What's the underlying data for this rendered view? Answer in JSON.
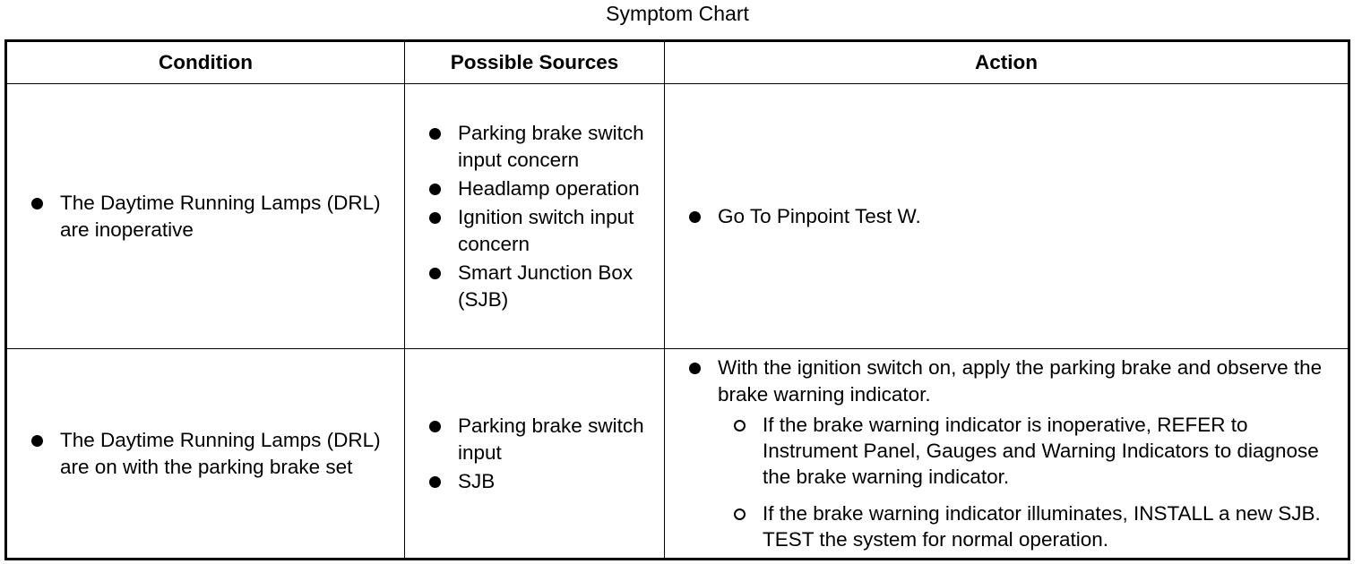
{
  "caption": "Symptom Chart",
  "headers": {
    "condition": "Condition",
    "sources": "Possible Sources",
    "action": "Action"
  },
  "rows": [
    {
      "condition": "The Daytime Running Lamps (DRL) are inoperative",
      "sources": [
        "Parking brake switch input concern",
        "Headlamp operation",
        "Ignition switch input concern",
        "Smart Junction Box (SJB)"
      ],
      "action": {
        "text": "Go To Pinpoint Test W."
      }
    },
    {
      "condition": "The Daytime Running Lamps (DRL) are on with the parking brake set",
      "sources": [
        "Parking brake switch input",
        "SJB"
      ],
      "action": {
        "text": "With the ignition switch on, apply the parking brake and observe the brake warning indicator.",
        "sub": [
          "If the brake warning indicator is inoperative, REFER to Instrument Panel, Gauges and Warning Indicators to diagnose the brake warning indicator.",
          "If the brake warning indicator illuminates, INSTALL a new SJB. TEST the system for normal operation."
        ]
      }
    }
  ]
}
